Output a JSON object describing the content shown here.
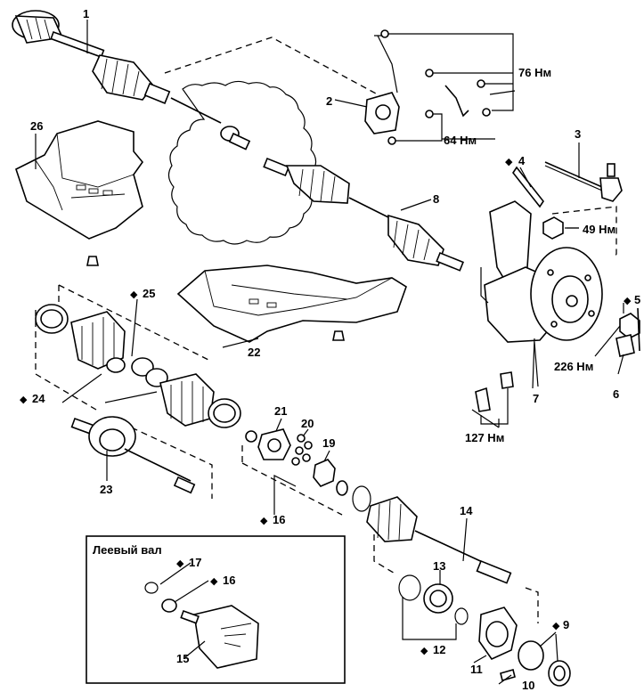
{
  "colors": {
    "ink": "#000000",
    "paper": "#ffffff"
  },
  "callouts": {
    "n1": "1",
    "n2": "2",
    "n3": "3",
    "n4": "4",
    "n5": "5",
    "n6": "6",
    "n7": "7",
    "n8": "8",
    "n9": "9",
    "n10": "10",
    "n11": "11",
    "n12": "12",
    "n13": "13",
    "n14": "14",
    "n15": "15",
    "n16": "16",
    "n16b": "16",
    "n17": "17",
    "n19": "19",
    "n20": "20",
    "n21": "21",
    "n22": "22",
    "n23": "23",
    "n24": "24",
    "n25": "25",
    "n26": "26"
  },
  "torques": {
    "t76": "76 Нм",
    "t64": "64 Нм",
    "t49": "49 Нм",
    "t226": "226 Нм",
    "t127": "127 Нм"
  },
  "inset": {
    "title": "Леевый вал"
  },
  "diamond": "◆"
}
